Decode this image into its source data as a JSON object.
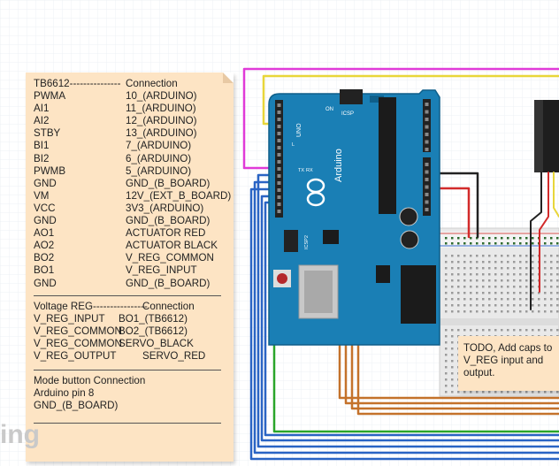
{
  "note": {
    "title_left": "TB6612---------------",
    "title_right": "Connection",
    "pins": [
      {
        "pin": "PWMA",
        "conn": "10_(ARDUINO)"
      },
      {
        "pin": "AI1",
        "conn": "11_(ARDUINO)"
      },
      {
        "pin": "AI2",
        "conn": "12_(ARDUINO)"
      },
      {
        "pin": "STBY",
        "conn": "13_(ARDUINO)"
      },
      {
        "pin": "BI1",
        "conn": "7_(ARDUINO)"
      },
      {
        "pin": "BI2",
        "conn": "6_(ARDUINO)"
      },
      {
        "pin": "PWMB",
        "conn": "5_(ARDUINO)"
      },
      {
        "pin": "GND",
        "conn": "GND_(B_BOARD)"
      },
      {
        "pin": "VM",
        "conn": "12V_(EXT_B_BOARD)"
      },
      {
        "pin": "VCC",
        "conn": "3V3_(ARDUINO)"
      },
      {
        "pin": "GND",
        "conn": "GND_(B_BOARD)"
      },
      {
        "pin": "AO1",
        "conn": "ACTUATOR RED"
      },
      {
        "pin": "AO2",
        "conn": "ACTUATOR BLACK"
      },
      {
        "pin": "BO2",
        "conn": "V_REG_COMMON"
      },
      {
        "pin": "BO1",
        "conn": "V_REG_INPUT"
      },
      {
        "pin": "GND",
        "conn": "GND_(B_BOARD)"
      }
    ],
    "vreg_title_left": "Voltage REG----------------",
    "vreg_title_right": "Connection",
    "vreg": [
      {
        "pin": "V_REG_INPUT",
        "conn": "BO1_(TB6612)"
      },
      {
        "pin": "V_REG_COMMON",
        "conn": "BO2_(TB6612)"
      },
      {
        "pin": "V_REG_COMMON",
        "conn": "SERVO_BLACK"
      },
      {
        "pin": "V_REG_OUTPUT",
        "conn": "SERVO_RED"
      }
    ],
    "mode_title": "Mode button Connection",
    "mode_lines": [
      "Arduino pin 8",
      "GND_(B_BOARD)"
    ]
  },
  "todo": {
    "text": "TODO, Add caps to V_REG input and output."
  },
  "board": {
    "brand": "Arduino",
    "uno": "UNO",
    "on": "ON",
    "icsp": "ICSP",
    "icsp2": "ICSP2",
    "tx": "TX",
    "rx": "RX",
    "l": "L"
  },
  "colors": {
    "board": "#1a7fb5",
    "note": "#fde4c4",
    "wire_orange": "#c4722b",
    "wire_blue": "#2a64c4",
    "wire_green": "#2aa52a",
    "wire_magenta": "#e03ad8",
    "wire_yellow": "#e8d63a",
    "wire_red": "#d22a2a",
    "wire_black": "#222222"
  },
  "watermark": "ing"
}
